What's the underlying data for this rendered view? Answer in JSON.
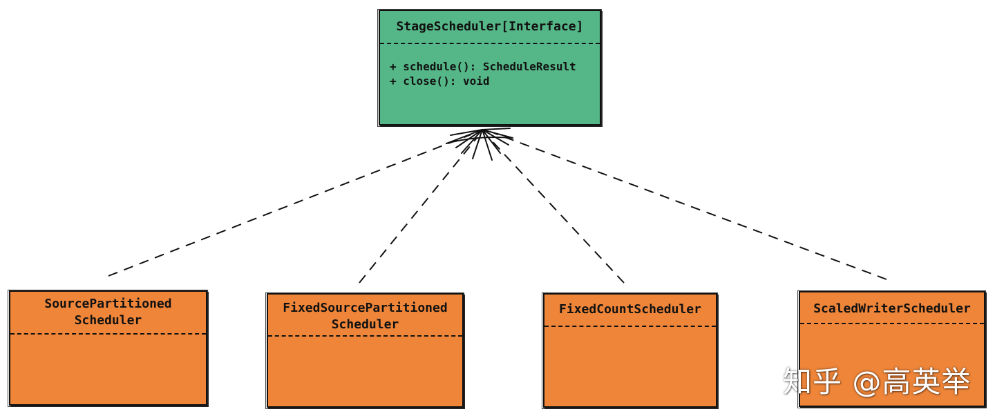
{
  "colors": {
    "interface_fill": "#55b788",
    "impl_fill": "#ee8539",
    "stroke": "#111111"
  },
  "interface": {
    "title": "StageScheduler[Interface]",
    "methods": [
      "+ schedule(): ScheduleResult",
      "+ close(): void"
    ]
  },
  "implementations": [
    {
      "title_lines": [
        "SourcePartitioned",
        "Scheduler"
      ]
    },
    {
      "title_lines": [
        "FixedSourcePartitioned",
        "Scheduler"
      ]
    },
    {
      "title_lines": [
        "FixedCountScheduler"
      ]
    },
    {
      "title_lines": [
        "ScaledWriterScheduler"
      ]
    }
  ],
  "relation": "realization",
  "watermark": "知乎 @高英举"
}
